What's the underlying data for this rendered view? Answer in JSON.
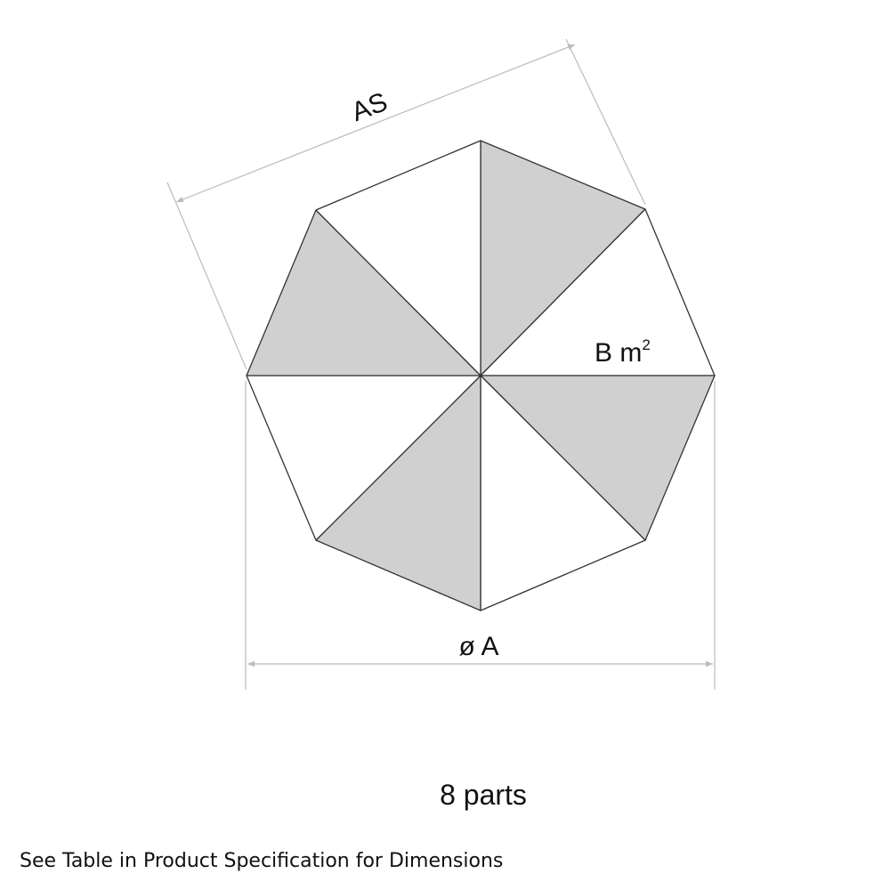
{
  "diagram": {
    "parts_count": 8,
    "colors": {
      "shade": "#d0d0d0",
      "outline": "#333333",
      "dimension": "#bbbbbb"
    },
    "labels": {
      "side_dimension": "AS",
      "area": "B m",
      "area_exp": "2",
      "diameter": "ø A",
      "parts": "8 parts"
    }
  },
  "caption": "See Table in Product Specification for Dimensions"
}
